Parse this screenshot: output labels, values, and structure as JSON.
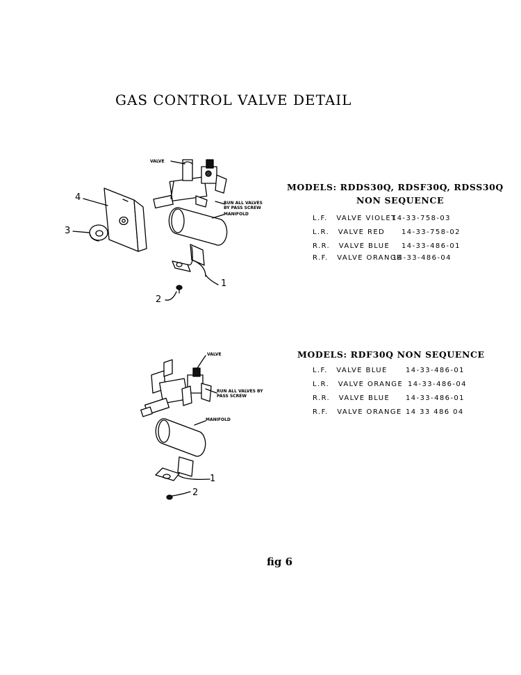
{
  "title": "GAS CONTROL VALVE DETAIL",
  "figure_label": "fig 6",
  "section1": {
    "models": "MODELS: RDDS30Q, RDSF30Q, RDSS30Q",
    "sequence": "NON SEQUENCE",
    "rows": [
      {
        "position": "L.F.",
        "valve": "VALVE VIOLET",
        "part": "14-33-758-03"
      },
      {
        "position": "L.R.",
        "valve": "VALVE RED",
        "part": "14-33-758-02"
      },
      {
        "position": "R.R.",
        "valve": "VALVE BLUE",
        "part": "14-33-486-01"
      },
      {
        "position": "R.F.",
        "valve": "VALVE ORANGE",
        "part": "14-33-486-04"
      }
    ],
    "labels": {
      "valve": "VALVE",
      "note": "RUN ALL VALVES BY PASS SCREW",
      "manifold": "MANIFOLD",
      "callout_1": "1",
      "callout_2": "2",
      "callout_3": "3",
      "callout_4": "4"
    }
  },
  "section2": {
    "models": "MODELS: RDF30Q NON SEQUENCE",
    "rows": [
      {
        "position": "L.F.",
        "valve": "VALVE BLUE",
        "part": "14-33-486-01"
      },
      {
        "position": "L.R.",
        "valve": "VALVE ORANGE",
        "part": "14-33-486-04"
      },
      {
        "position": "R.R.",
        "valve": "VALVE BLUE",
        "part": "14-33-486-01"
      },
      {
        "position": "R.F.",
        "valve": "VALVE ORANGE",
        "part": "14 33 486 04"
      }
    ],
    "labels": {
      "valve": "VALVE",
      "note": "RUN ALL VALVES BY PASS SCREW",
      "manifold": "MANIFOLD",
      "callout_1": "1",
      "callout_2": "2"
    }
  }
}
